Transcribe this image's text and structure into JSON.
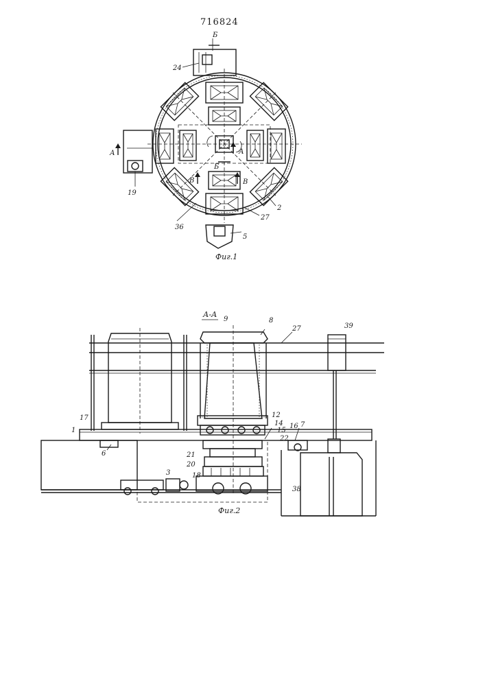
{
  "patent_number": "716824",
  "fig1": {
    "caption": "Фиг.1",
    "labels": {
      "b_top": "Б",
      "b_center": "Б",
      "a_left": "А",
      "a_center": "А",
      "v_left": "В",
      "v_center": "В",
      "n24": "24",
      "n19": "19",
      "n36": "36",
      "n27": "27",
      "n2": "2",
      "n5": "5"
    }
  },
  "fig2": {
    "caption": "Фиг.2",
    "section": "А-А",
    "labels": {
      "n9": "9",
      "n8": "8",
      "n27": "27",
      "n39": "39",
      "n17": "17",
      "n1": "1",
      "n6": "6",
      "n12": "12",
      "n14": "14",
      "n15": "15",
      "n16": "16",
      "n22": "22",
      "n7": "7",
      "n21": "21",
      "n20": "20",
      "n18": "18",
      "n3": "3",
      "n38": "38"
    }
  }
}
